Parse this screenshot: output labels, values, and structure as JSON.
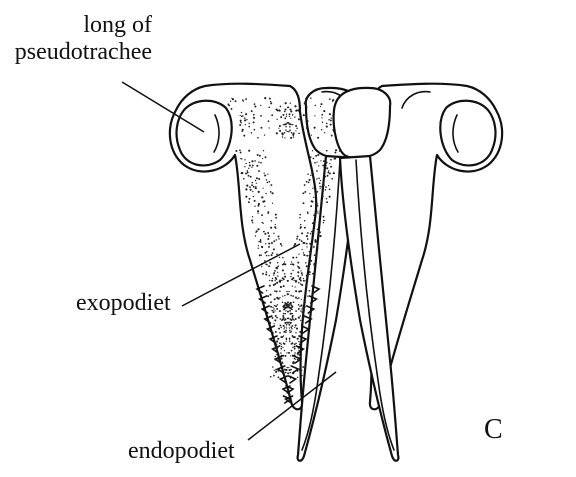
{
  "labels": {
    "pseudotrachee_line1": "long of",
    "pseudotrachee_line2": "pseudotrachee",
    "exopodiet": "exopodiet",
    "endopodiet": "endopodiet",
    "panel": "C"
  }
}
